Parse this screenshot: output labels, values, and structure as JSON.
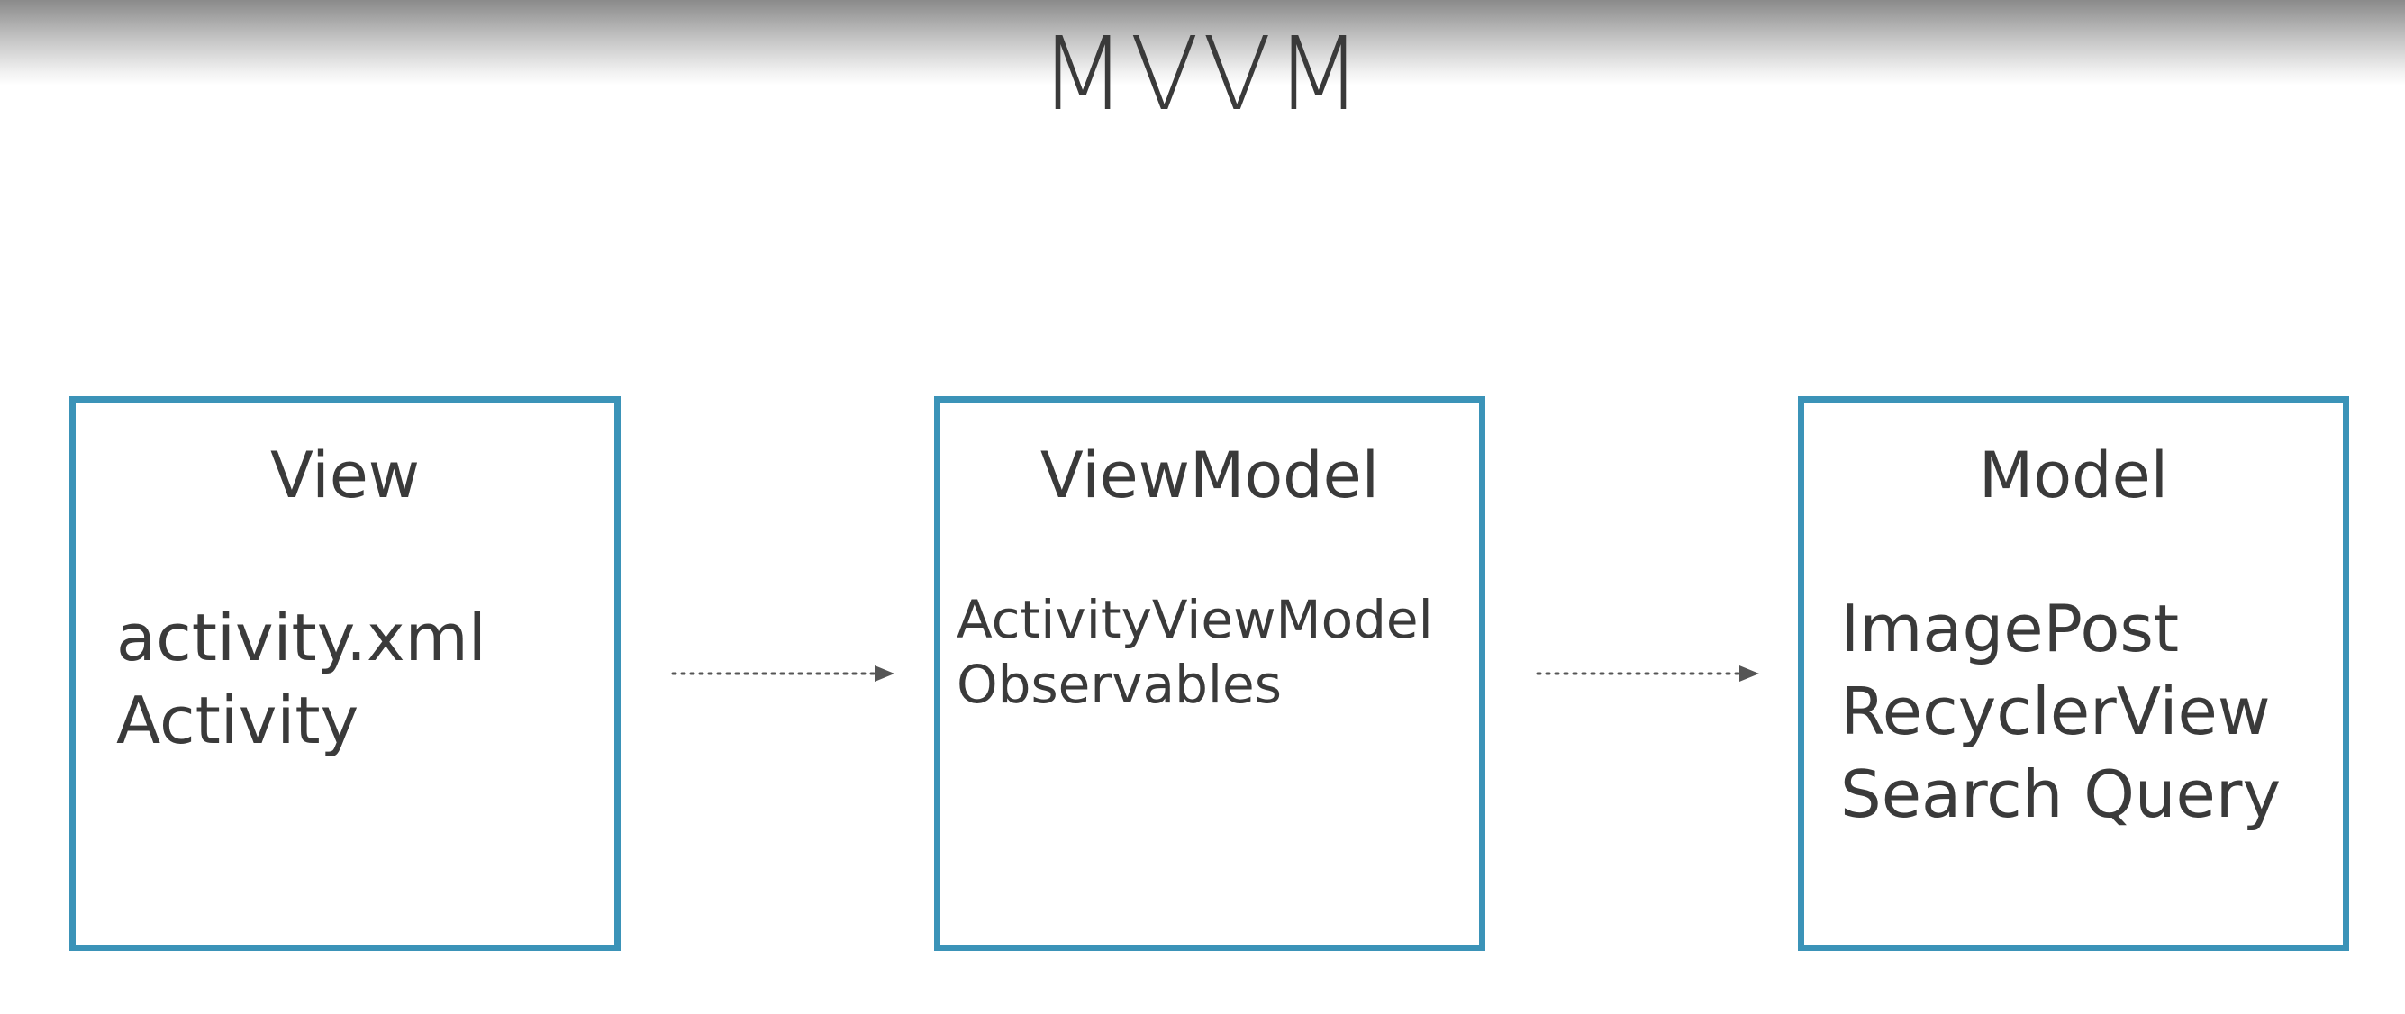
{
  "title": "MVVM",
  "colors": {
    "box_border": "#3b93b8",
    "text": "#3a3a3a",
    "arrow": "#555555"
  },
  "boxes": [
    {
      "title": "View",
      "items": [
        "activity.xml",
        "Activity"
      ]
    },
    {
      "title": "ViewModel",
      "items": [
        "ActivityViewModel",
        "Observables"
      ]
    },
    {
      "title": "Model",
      "items": [
        "ImagePost",
        "RecyclerView",
        "Search Query"
      ]
    }
  ],
  "connectors": [
    {
      "from": "View",
      "to": "ViewModel",
      "style": "dotted-arrow"
    },
    {
      "from": "ViewModel",
      "to": "Model",
      "style": "dotted-arrow"
    }
  ]
}
